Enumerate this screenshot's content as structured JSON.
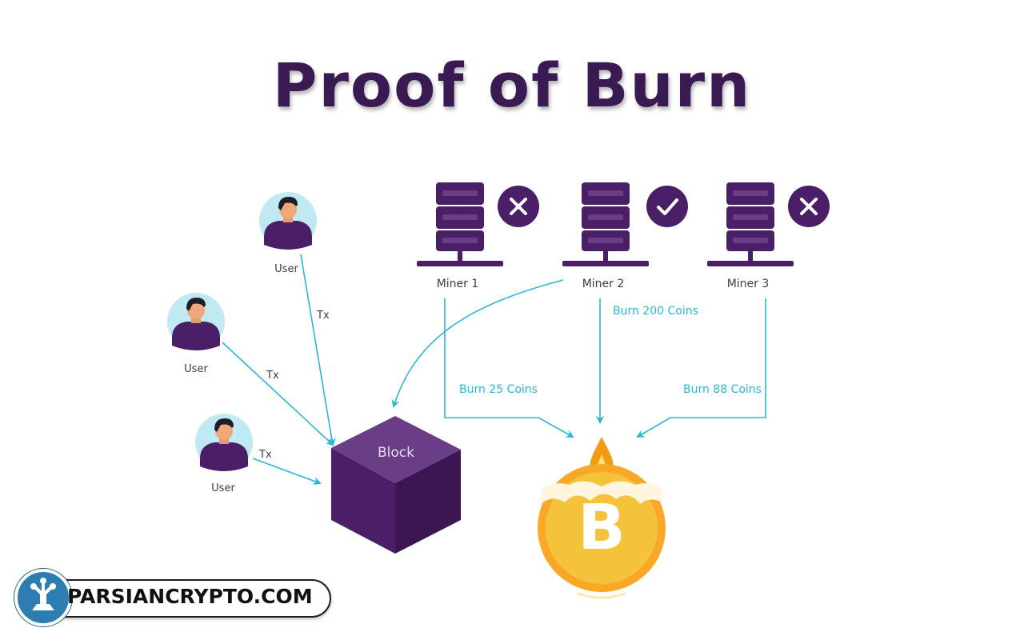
{
  "title": "Proof of Burn",
  "users": [
    {
      "label": "User",
      "tx_label": "Tx"
    },
    {
      "label": "User",
      "tx_label": "Tx"
    },
    {
      "label": "User",
      "tx_label": "Tx"
    }
  ],
  "miners": [
    {
      "label": "Miner 1",
      "status": "rejected",
      "burn_label": "Burn 25 Coins"
    },
    {
      "label": "Miner 2",
      "status": "selected",
      "burn_label": "Burn 200 Coins"
    },
    {
      "label": "Miner 3",
      "status": "rejected",
      "burn_label": "Burn 88 Coins"
    }
  ],
  "block_label": "Block",
  "coin_symbol": "B",
  "watermark": "PARSIANCRYPTO.COM",
  "colors": {
    "purple": "#4a1f68",
    "purple_dark": "#3a1a52",
    "arrow": "#29b7d8",
    "avatar_bg": "#bfeaf2",
    "coin": "#f5c33b",
    "flame": "#f39c12"
  }
}
